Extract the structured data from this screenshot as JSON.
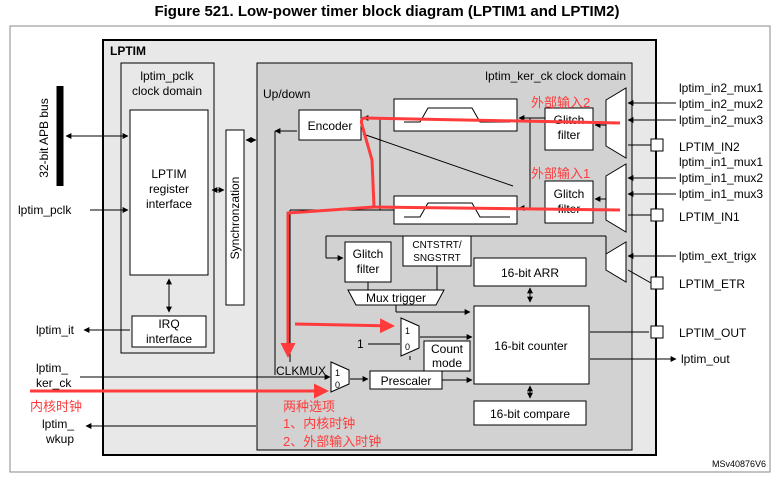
{
  "figure_title": "Figure 521. Low-power timer block diagram (LPTIM1 and LPTIM2)",
  "labels": {
    "lptim": "LPTIM",
    "pclk_domain_1": "lptim_pclk",
    "pclk_domain_2": "clock domain",
    "ker_domain": "lptim_ker_ck clock domain",
    "bus": "32-bit APB bus",
    "lptim_pclk": "lptim_pclk",
    "reg_1": "LPTIM",
    "reg_2": "register",
    "reg_3": "interface",
    "irq_1": "IRQ",
    "irq_2": "interface",
    "lptim_it": "lptim_it",
    "ker_ck_1": "lptim_",
    "ker_ck_2": "ker_ck",
    "wkup_1": "lptim_",
    "wkup_2": "wkup",
    "sync": "Synchronzation",
    "updown": "Up/down",
    "encoder": "Encoder",
    "glitch_a": "Glitch",
    "filter_a": "filter",
    "glitch_b": "Glitch",
    "filter_b": "filter",
    "glitch_c": "Glitch",
    "filter_c": "filter",
    "cntstrt_1": "CNTSTRT/",
    "cntstrt_2": "SNGSTRT",
    "mux_trigger": "Mux trigger",
    "arr": "16-bit ARR",
    "counter": "16-bit counter",
    "compare": "16-bit compare",
    "count_mode_1": "Count",
    "count_mode_2": "mode",
    "clkmux": "CLKMUX",
    "prescaler": "Prescaler",
    "mux_1": "1",
    "mux_0": "0",
    "const_1": "1",
    "clk_1": "1",
    "clk_0": "0",
    "in2_mux1": "lptim_in2_mux1",
    "in2_mux2": "lptim_in2_mux2",
    "in2_mux3": "lptim_in2_mux3",
    "in2_pin": "LPTIM_IN2",
    "in1_mux1": "lptim_in1_mux1",
    "in1_mux2": "lptim_in1_mux2",
    "in1_mux3": "lptim_in1_mux3",
    "in1_pin": "LPTIM_IN1",
    "ext_trigx": "lptim_ext_trigx",
    "etr": "LPTIM_ETR",
    "out_pin": "LPTIM_OUT",
    "out_sig": "lptim_out",
    "ref": "MSv40876V6"
  },
  "annotations": {
    "ext_in2": "外部输入2",
    "ext_in1": "外部输入1",
    "core_clk": "内核时钟",
    "two_opts": "两种选项",
    "opt1": "1、内核时钟",
    "opt2": "2、外部输入时钟"
  },
  "colors": {
    "outer_fill": "#e8e8e8",
    "inner_fill": "#d2d2d2",
    "annotation_red": "#ff3b3b"
  }
}
